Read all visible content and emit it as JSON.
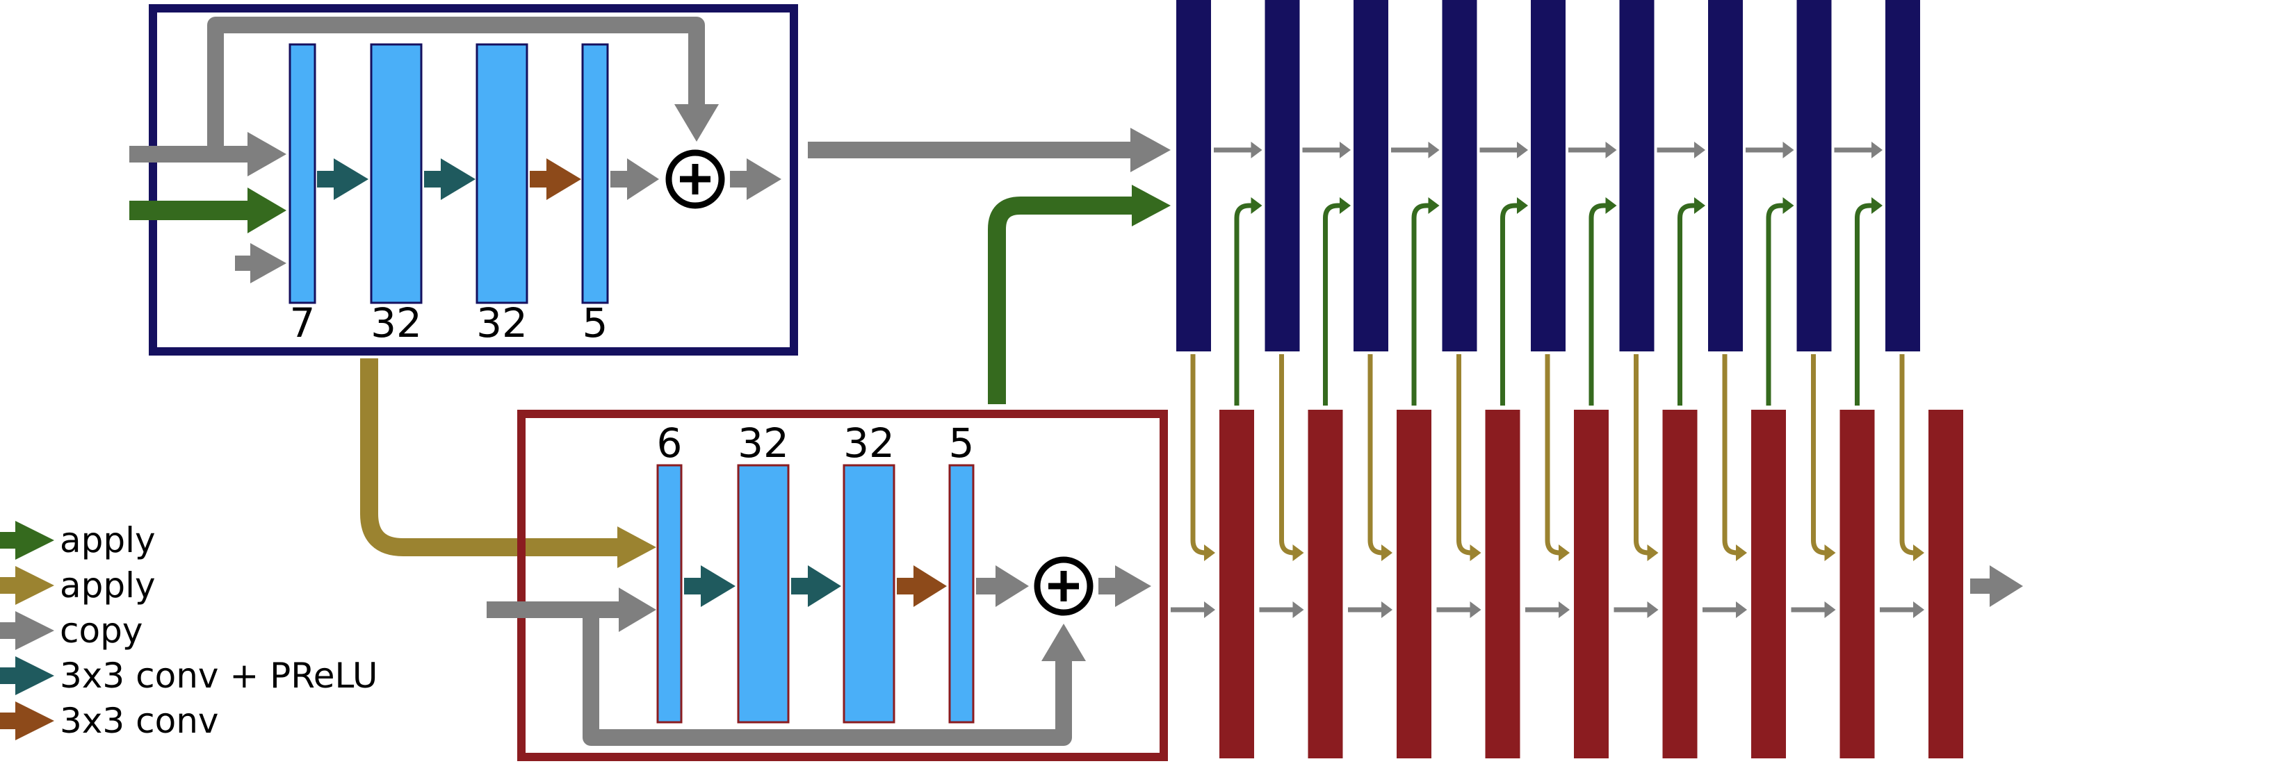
{
  "colors": {
    "navy": "#15105f",
    "darkred": "#8b1c20",
    "lightblue": "#4aaff8",
    "green": "#356a1e",
    "olive": "#9b8330",
    "gray": "#7f7f7f",
    "teal": "#1f5a5e",
    "brown": "#8d4a1a"
  },
  "top_block": {
    "channels": [
      "7",
      "32",
      "32",
      "5"
    ]
  },
  "bottom_block": {
    "channels": [
      "6",
      "32",
      "32",
      "5"
    ]
  },
  "legend": [
    {
      "label": "apply",
      "color": "#356a1e",
      "icon": "green-arrow-icon"
    },
    {
      "label": "apply",
      "color": "#9b8330",
      "icon": "olive-arrow-icon"
    },
    {
      "label": "copy",
      "color": "#7f7f7f",
      "icon": "gray-arrow-icon"
    },
    {
      "label": "3x3 conv + PReLU",
      "color": "#1f5a5e",
      "icon": "teal-arrow-icon"
    },
    {
      "label": "3x3 conv",
      "color": "#8d4a1a",
      "icon": "brown-arrow-icon"
    }
  ]
}
